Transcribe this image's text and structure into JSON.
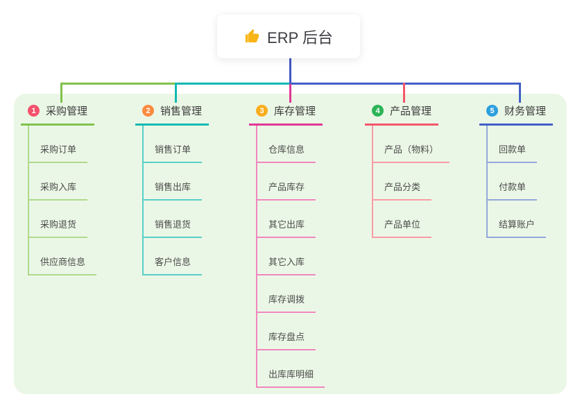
{
  "root": {
    "label": "ERP 后台",
    "icon": "thumbs-up-icon",
    "icon_color": "#F9B516",
    "connector_color": "#4456C5"
  },
  "panel": {
    "background": "#EBF7E6"
  },
  "branches": [
    {
      "index": "1",
      "label": "采购管理",
      "badge_color": "#F4516C",
      "line_color": "#7FC24D",
      "light_color": "#AEDA8A",
      "children": [
        "采购订单",
        "采购入库",
        "采购退货",
        "供应商信息"
      ]
    },
    {
      "index": "2",
      "label": "销售管理",
      "badge_color": "#FB8B40",
      "line_color": "#10B9B2",
      "light_color": "#58CFC9",
      "children": [
        "销售订单",
        "销售出库",
        "销售退货",
        "客户信息"
      ]
    },
    {
      "index": "3",
      "label": "库存管理",
      "badge_color": "#FBAD1E",
      "line_color": "#E03795",
      "light_color": "#F186C0",
      "children": [
        "仓库信息",
        "产品库存",
        "其它出库",
        "其它入库",
        "库存调拨",
        "库存盘点",
        "出库库明细"
      ]
    },
    {
      "index": "4",
      "label": "产品管理",
      "badge_color": "#2DB458",
      "line_color": "#F4566B",
      "light_color": "#F89BA4",
      "children": [
        "产品（物料）",
        "产品分类",
        "产品单位"
      ]
    },
    {
      "index": "5",
      "label": "财务管理",
      "badge_color": "#2E9FDE",
      "line_color": "#4160C6",
      "light_color": "#92A8DC",
      "children": [
        "回款单",
        "付款单",
        "结算账户"
      ]
    }
  ]
}
